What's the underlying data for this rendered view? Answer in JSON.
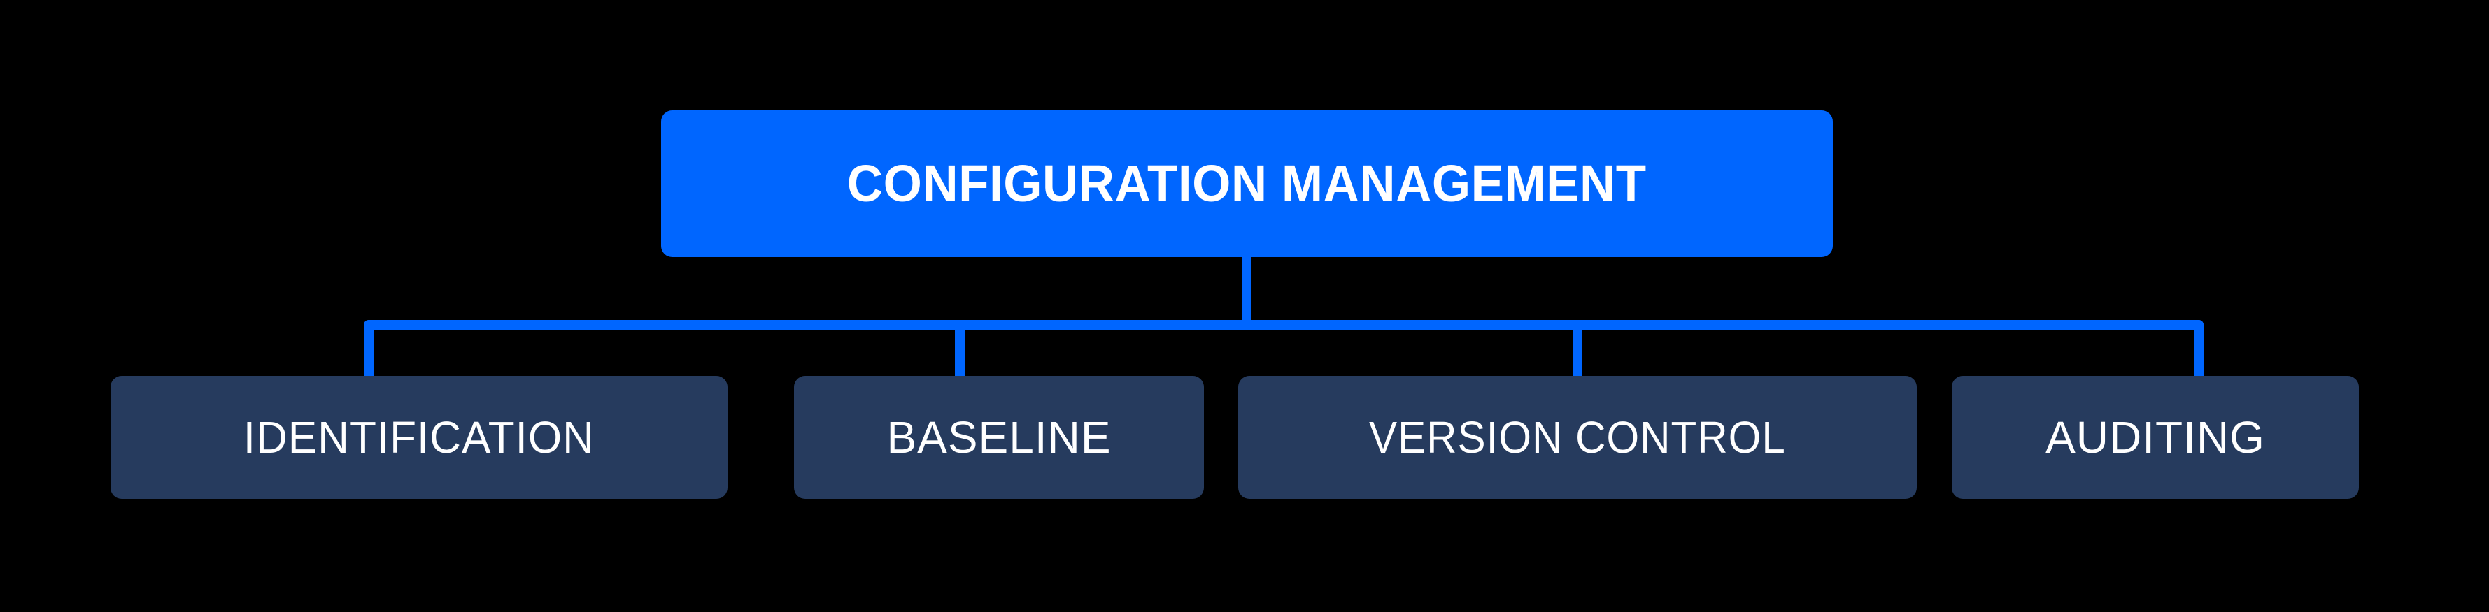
{
  "diagram": {
    "type": "hierarchy-tree",
    "title": "Configuration Management breakdown",
    "background_color": "#000000",
    "accent_color": "#0066FF",
    "node_color": "#263B5E",
    "text_color": "#FFFFFF",
    "root": {
      "label": "CONFIGURATION MANAGEMENT"
    },
    "children": [
      {
        "label": "IDENTIFICATION"
      },
      {
        "label": "BASELINE"
      },
      {
        "label": "VERSION CONTROL"
      },
      {
        "label": "AUDITING"
      }
    ]
  }
}
